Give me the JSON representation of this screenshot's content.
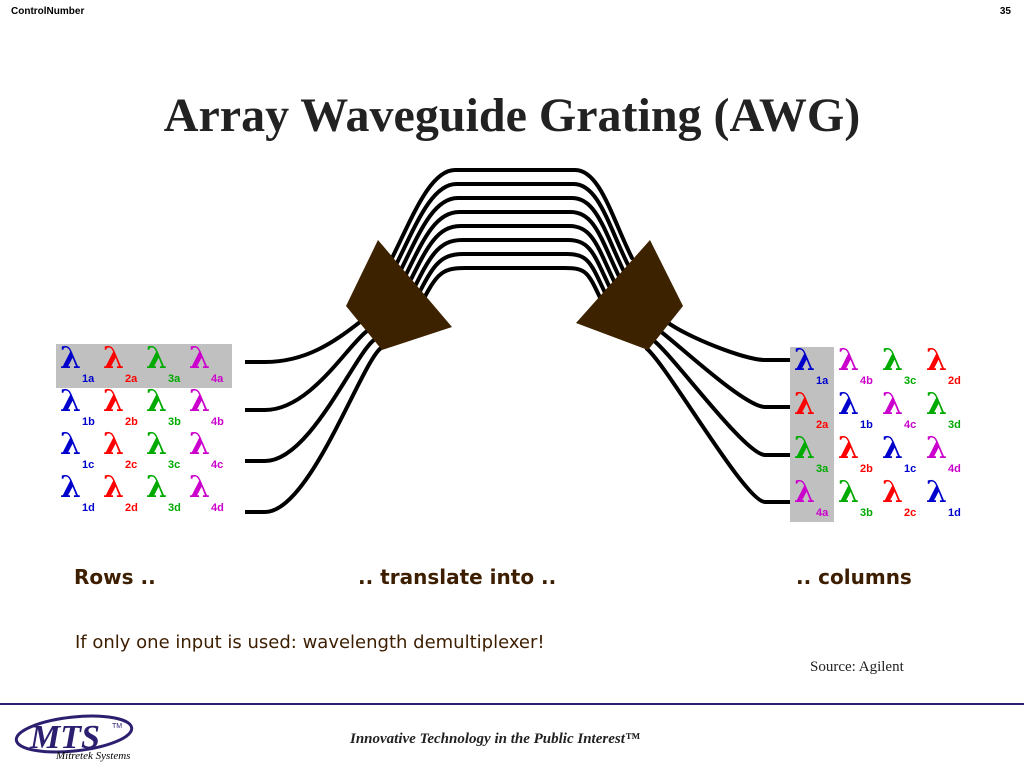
{
  "header": {
    "control_label": "ControlNumber",
    "page_number": "35"
  },
  "title": "Array Waveguide Grating (AWG)",
  "diagram": {
    "lambda": "λ",
    "input_grid": [
      [
        {
          "label": "1a",
          "color": "#0000cc"
        },
        {
          "label": "2a",
          "color": "#ff0000"
        },
        {
          "label": "3a",
          "color": "#00aa00"
        },
        {
          "label": "4a",
          "color": "#cc00cc"
        }
      ],
      [
        {
          "label": "1b",
          "color": "#0000cc"
        },
        {
          "label": "2b",
          "color": "#ff0000"
        },
        {
          "label": "3b",
          "color": "#00aa00"
        },
        {
          "label": "4b",
          "color": "#cc00cc"
        }
      ],
      [
        {
          "label": "1c",
          "color": "#0000cc"
        },
        {
          "label": "2c",
          "color": "#ff0000"
        },
        {
          "label": "3c",
          "color": "#00aa00"
        },
        {
          "label": "4c",
          "color": "#cc00cc"
        }
      ],
      [
        {
          "label": "1d",
          "color": "#0000cc"
        },
        {
          "label": "2d",
          "color": "#ff0000"
        },
        {
          "label": "3d",
          "color": "#00aa00"
        },
        {
          "label": "4d",
          "color": "#cc00cc"
        }
      ]
    ],
    "output_grid": [
      [
        {
          "label": "1a",
          "color": "#0000cc"
        },
        {
          "label": "4b",
          "color": "#cc00cc"
        },
        {
          "label": "3c",
          "color": "#00aa00"
        },
        {
          "label": "2d",
          "color": "#ff0000"
        }
      ],
      [
        {
          "label": "2a",
          "color": "#ff0000"
        },
        {
          "label": "1b",
          "color": "#0000cc"
        },
        {
          "label": "4c",
          "color": "#cc00cc"
        },
        {
          "label": "3d",
          "color": "#00aa00"
        }
      ],
      [
        {
          "label": "3a",
          "color": "#00aa00"
        },
        {
          "label": "2b",
          "color": "#ff0000"
        },
        {
          "label": "1c",
          "color": "#0000cc"
        },
        {
          "label": "4d",
          "color": "#cc00cc"
        }
      ],
      [
        {
          "label": "4a",
          "color": "#cc00cc"
        },
        {
          "label": "3b",
          "color": "#00aa00"
        },
        {
          "label": "2c",
          "color": "#ff0000"
        },
        {
          "label": "1d",
          "color": "#0000cc"
        }
      ]
    ],
    "coupler_color": "#3d2200",
    "highlight_color": "#c0c0c0"
  },
  "captions": {
    "rows": "Rows ..",
    "translate": ".. translate into ..",
    "columns": ".. columns"
  },
  "note": "If only one input is used: wavelength demultiplexer!",
  "source": "Source: Agilent",
  "footer": {
    "logo_text": "MTS",
    "logo_tm": "TM",
    "logo_sub": "Mitretek Systems",
    "tagline": "Innovative Technology in the Public Interest™",
    "line_color": "#2c1f6f"
  }
}
